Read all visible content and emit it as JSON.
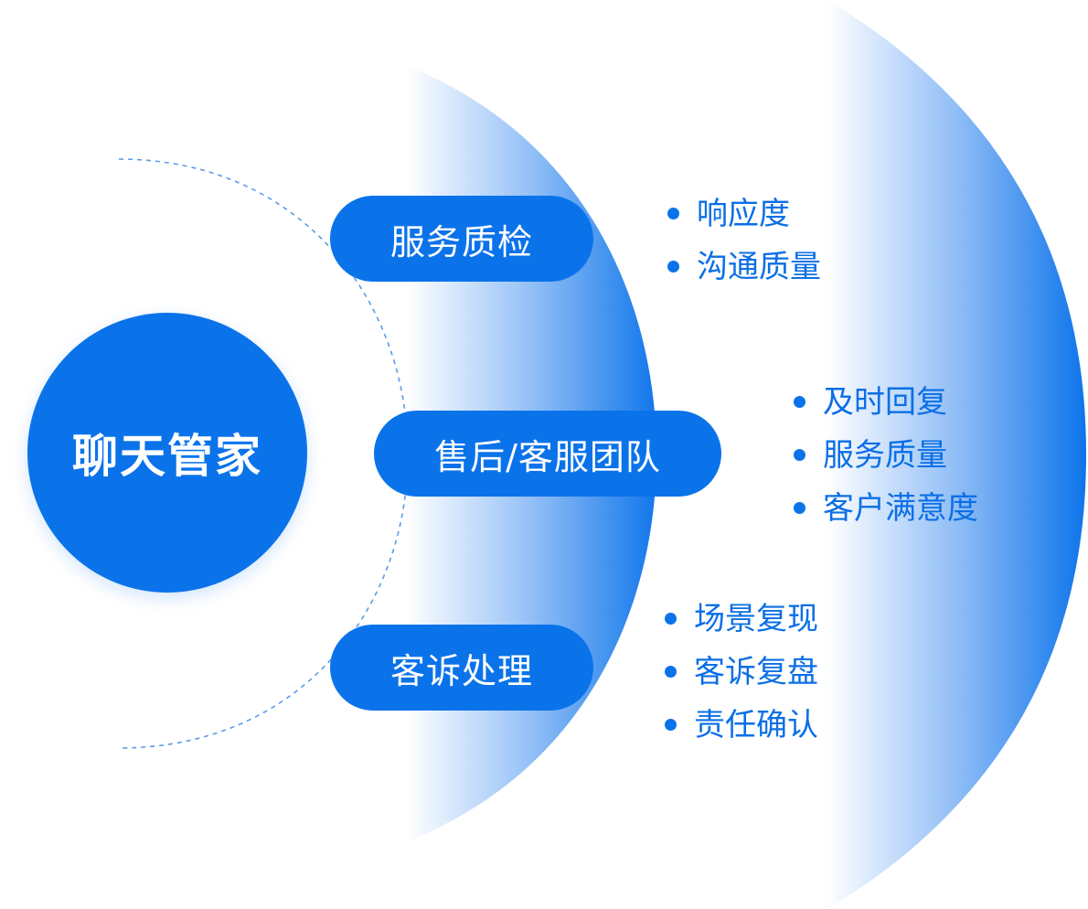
{
  "center": {
    "label": "聊天管家"
  },
  "branches": [
    {
      "label": "服务质检",
      "items": [
        "响应度",
        "沟通质量"
      ]
    },
    {
      "label": "售后/客服团队",
      "items": [
        "及时回复",
        "服务质量",
        "客户满意度"
      ]
    },
    {
      "label": "客诉处理",
      "items": [
        "场景复现",
        "客诉复盘",
        "责任确认"
      ]
    }
  ],
  "colors": {
    "primary": "#0b73ea",
    "text_blue": "#0b6fe6",
    "arc_fade_start": "#ffffff",
    "arc_fade_end": "#0b73ea"
  }
}
